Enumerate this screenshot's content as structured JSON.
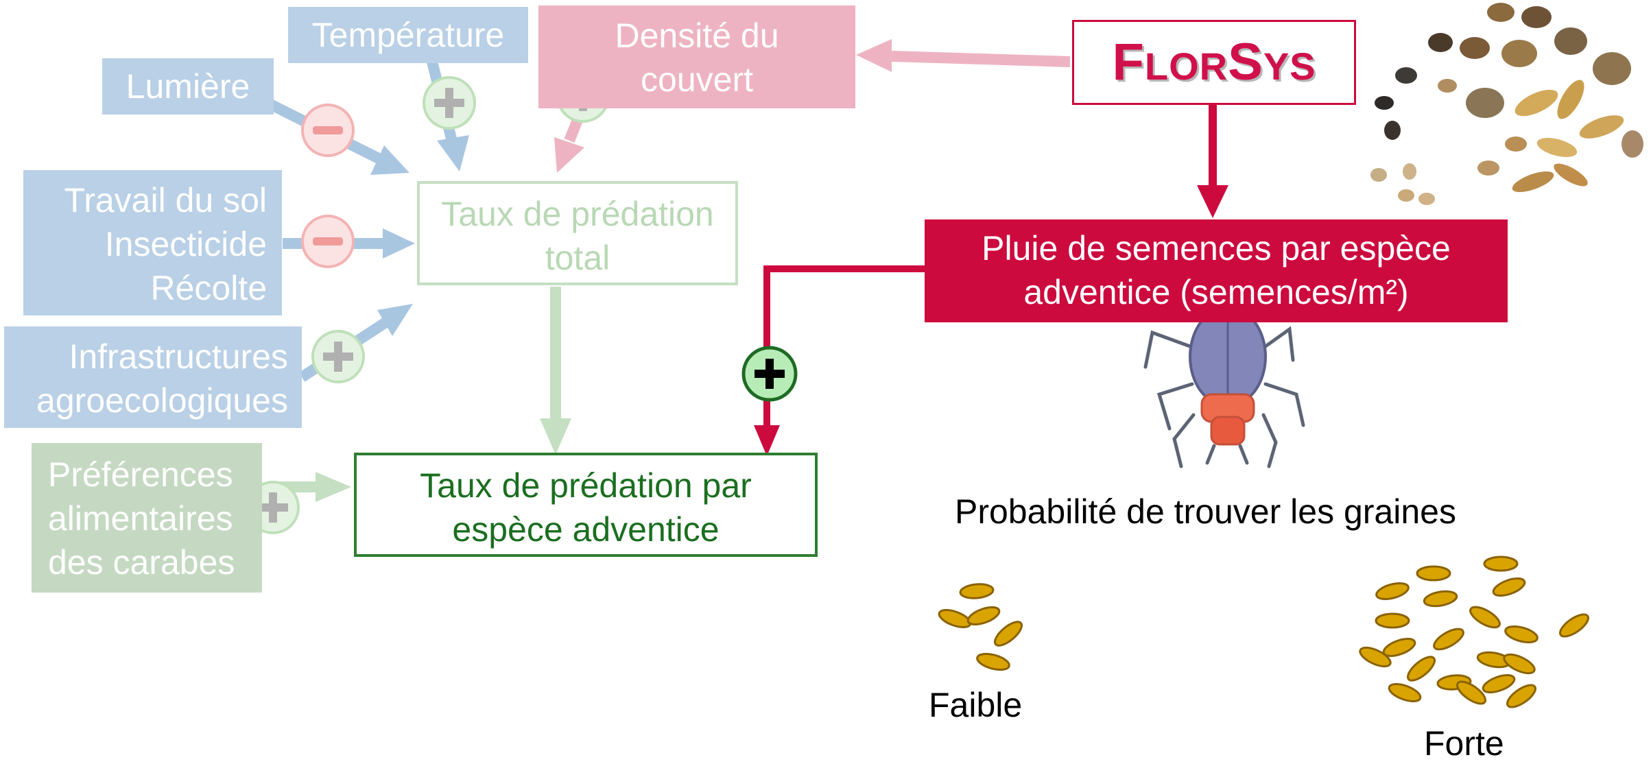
{
  "diagram": {
    "factors": {
      "temperature": "Température",
      "light": "Lumière",
      "canopy_density": [
        "Densité du",
        "couvert"
      ],
      "soil_practices": [
        "Travail du sol",
        "Insecticide",
        "Récolte"
      ],
      "infrastructures": [
        "Infrastructures",
        "agroecologiques"
      ],
      "carabid_preferences": [
        "Préférences",
        "alimentaires",
        "des carabes"
      ]
    },
    "nodes": {
      "total_predation": [
        "Taux de prédation",
        "total"
      ],
      "species_predation": [
        "Taux de prédation par",
        "espèce adventice"
      ],
      "seed_rain": [
        "Pluie de semences par espèce",
        "adventice (semences/m²)"
      ]
    },
    "model": {
      "logo_big_f": "F",
      "logo_rest_1": "LOR",
      "logo_big_s": "S",
      "logo_rest_2": "YS"
    },
    "probability": {
      "title": "Probabilité de trouver les graines",
      "low": "Faible",
      "high": "Forte"
    },
    "signs": {
      "plus": "+",
      "minus": "−"
    },
    "colors": {
      "blue_factor": "#b9d0e6",
      "pink_factor": "#eeb3c2",
      "green_factor": "#c5d9c2",
      "crimson": "#cc0a3e",
      "dark_green": "#2e7d32"
    }
  }
}
